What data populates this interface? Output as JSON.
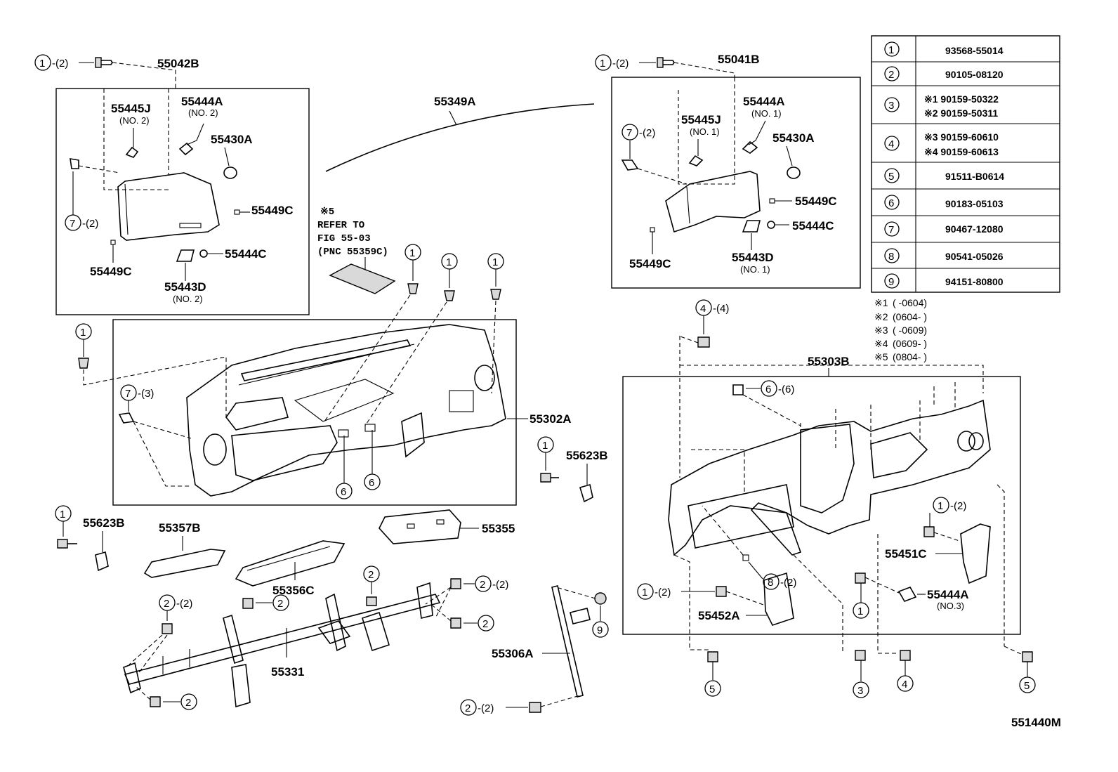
{
  "diagram_id": "551440M",
  "refer_note": [
    "※5",
    "REFER TO",
    "FIG 55-03",
    "(PNC 55359C)"
  ],
  "part_labels": {
    "p55042B": "55042B",
    "p55445J_l": "55445J",
    "p55445J_l_sub": "(NO. 2)",
    "p55444A_l": "55444A",
    "p55444A_l_sub": "(NO. 2)",
    "p55430A_l": "55430A",
    "p55449C_l1": "55449C",
    "p55449C_l2": "55449C",
    "p55444C_l": "55444C",
    "p55443D_l": "55443D",
    "p55443D_l_sub": "(NO. 2)",
    "p55349A": "55349A",
    "p55041B": "55041B",
    "p55444A_r": "55444A",
    "p55444A_r_sub": "(NO. 1)",
    "p55445J_r": "55445J",
    "p55445J_r_sub": "(NO. 1)",
    "p55430A_r": "55430A",
    "p55449C_r1": "55449C",
    "p55449C_r2": "55449C",
    "p55444C_r": "55444C",
    "p55443D_r": "55443D",
    "p55443D_r_sub": "(NO. 1)",
    "p55302A": "55302A",
    "p55623B_r": "55623B",
    "p55623B_l": "55623B",
    "p55357B": "55357B",
    "p55356C": "55356C",
    "p55355": "55355",
    "p55331": "55331",
    "p55306A": "55306A",
    "p55303B": "55303B",
    "p55451C": "55451C",
    "p55452A": "55452A",
    "p55444A_3": "55444A",
    "p55444A_3_sub": "(NO.3)"
  },
  "callouts": {
    "c1": "1",
    "c2": "2",
    "c3": "3",
    "c4": "4",
    "c5": "5",
    "c6": "6",
    "c7": "7",
    "c8": "8",
    "c9": "9",
    "q2": "-(2)",
    "q3": "-(3)",
    "q4": "-(4)",
    "q6": "-(6)"
  },
  "parts_table": [
    {
      "ref": "1",
      "lines": [
        "93568-55014"
      ]
    },
    {
      "ref": "2",
      "lines": [
        "90105-08120"
      ]
    },
    {
      "ref": "3",
      "lines": [
        "※1 90159-50322",
        "※2 90159-50311"
      ]
    },
    {
      "ref": "4",
      "lines": [
        "※3 90159-60610",
        "※4 90159-60613"
      ]
    },
    {
      "ref": "5",
      "lines": [
        "91511-B0614"
      ]
    },
    {
      "ref": "6",
      "lines": [
        "90183-05103"
      ]
    },
    {
      "ref": "7",
      "lines": [
        "90467-12080"
      ]
    },
    {
      "ref": "8",
      "lines": [
        "90541-05026"
      ]
    },
    {
      "ref": "9",
      "lines": [
        "94151-80800"
      ]
    }
  ],
  "footnotes": [
    {
      "mark": "※1",
      "range": "(     -0604)"
    },
    {
      "mark": "※2",
      "range": "(0604-     )"
    },
    {
      "mark": "※3",
      "range": "(     -0609)"
    },
    {
      "mark": "※4",
      "range": "(0609-     )"
    },
    {
      "mark": "※5",
      "range": "(0804-     )"
    }
  ]
}
